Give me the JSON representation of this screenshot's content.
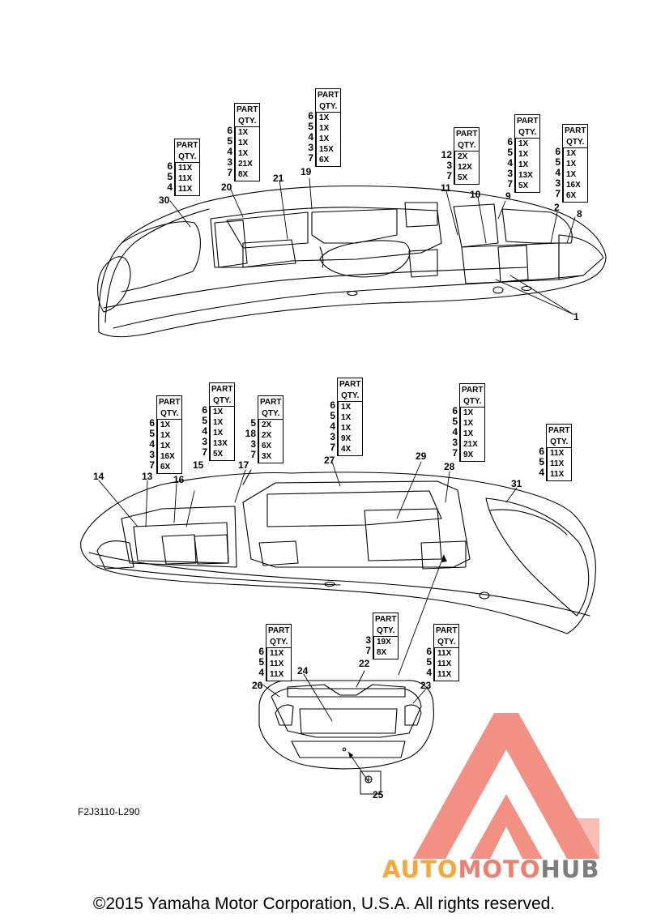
{
  "diagram": {
    "header_line1": "PART",
    "header_line2": "QTY.",
    "tables": [
      {
        "id": "t30",
        "rows": [
          [
            "6",
            "11X"
          ],
          [
            "5",
            "11X"
          ],
          [
            "4",
            "11X"
          ]
        ]
      },
      {
        "id": "t20",
        "rows": [
          [
            "6",
            "1X"
          ],
          [
            "5",
            "1X"
          ],
          [
            "4",
            "1X"
          ],
          [
            "3",
            "21X"
          ],
          [
            "7",
            "8X"
          ]
        ]
      },
      {
        "id": "t19",
        "rows": [
          [
            "6",
            "1X"
          ],
          [
            "5",
            "1X"
          ],
          [
            "4",
            "1X"
          ],
          [
            "3",
            "15X"
          ],
          [
            "7",
            "6X"
          ]
        ]
      },
      {
        "id": "t11",
        "rows": [
          [
            "12",
            "2X"
          ],
          [
            "3",
            "12X"
          ],
          [
            "7",
            "5X"
          ]
        ]
      },
      {
        "id": "t9",
        "rows": [
          [
            "6",
            "1X"
          ],
          [
            "5",
            "1X"
          ],
          [
            "4",
            "1X"
          ],
          [
            "3",
            "13X"
          ],
          [
            "7",
            "5X"
          ]
        ]
      },
      {
        "id": "t2",
        "rows": [
          [
            "6",
            "1X"
          ],
          [
            "5",
            "1X"
          ],
          [
            "4",
            "1X"
          ],
          [
            "3",
            "16X"
          ],
          [
            "7",
            "6X"
          ]
        ]
      },
      {
        "id": "t13",
        "rows": [
          [
            "6",
            "1X"
          ],
          [
            "5",
            "1X"
          ],
          [
            "4",
            "1X"
          ],
          [
            "3",
            "16X"
          ],
          [
            "7",
            "6X"
          ]
        ]
      },
      {
        "id": "t15",
        "rows": [
          [
            "6",
            "1X"
          ],
          [
            "5",
            "1X"
          ],
          [
            "4",
            "1X"
          ],
          [
            "3",
            "13X"
          ],
          [
            "7",
            "5X"
          ]
        ]
      },
      {
        "id": "t17",
        "rows": [
          [
            "5",
            "2X"
          ],
          [
            "18",
            "2X"
          ],
          [
            "3",
            "6X"
          ],
          [
            "7",
            "3X"
          ]
        ]
      },
      {
        "id": "t27",
        "rows": [
          [
            "6",
            "1X"
          ],
          [
            "5",
            "1X"
          ],
          [
            "4",
            "1X"
          ],
          [
            "3",
            "9X"
          ],
          [
            "7",
            "4X"
          ]
        ]
      },
      {
        "id": "t28",
        "rows": [
          [
            "6",
            "1X"
          ],
          [
            "5",
            "1X"
          ],
          [
            "4",
            "1X"
          ],
          [
            "3",
            "21X"
          ],
          [
            "7",
            "9X"
          ]
        ]
      },
      {
        "id": "t31",
        "rows": [
          [
            "6",
            "11X"
          ],
          [
            "5",
            "11X"
          ],
          [
            "4",
            "11X"
          ]
        ]
      },
      {
        "id": "t26",
        "rows": [
          [
            "6",
            "11X"
          ],
          [
            "5",
            "11X"
          ],
          [
            "4",
            "11X"
          ]
        ]
      },
      {
        "id": "t22",
        "rows": [
          [
            "3",
            "19X"
          ],
          [
            "7",
            "8X"
          ]
        ]
      },
      {
        "id": "t23",
        "rows": [
          [
            "6",
            "11X"
          ],
          [
            "5",
            "11X"
          ],
          [
            "4",
            "11X"
          ]
        ]
      }
    ],
    "callouts": [
      "30",
      "20",
      "21",
      "19",
      "11",
      "10",
      "9",
      "2",
      "8",
      "1",
      "14",
      "13",
      "16",
      "15",
      "17",
      "27",
      "29",
      "28",
      "31",
      "26",
      "24",
      "22",
      "23",
      "25"
    ],
    "drawing_code": "F2J3110-L290"
  },
  "footer": {
    "copyright": "©2015 Yamaha Motor Corporation, U.S.A. All rights reserved."
  },
  "watermark": {
    "part1": "AUTO",
    "part2": "MOTO",
    "part3": "HUB",
    "colors": {
      "auto": "#f7a63a",
      "moto": "#f07d6e",
      "hub": "#7d7d7d",
      "logo": "#f07d6e"
    }
  }
}
